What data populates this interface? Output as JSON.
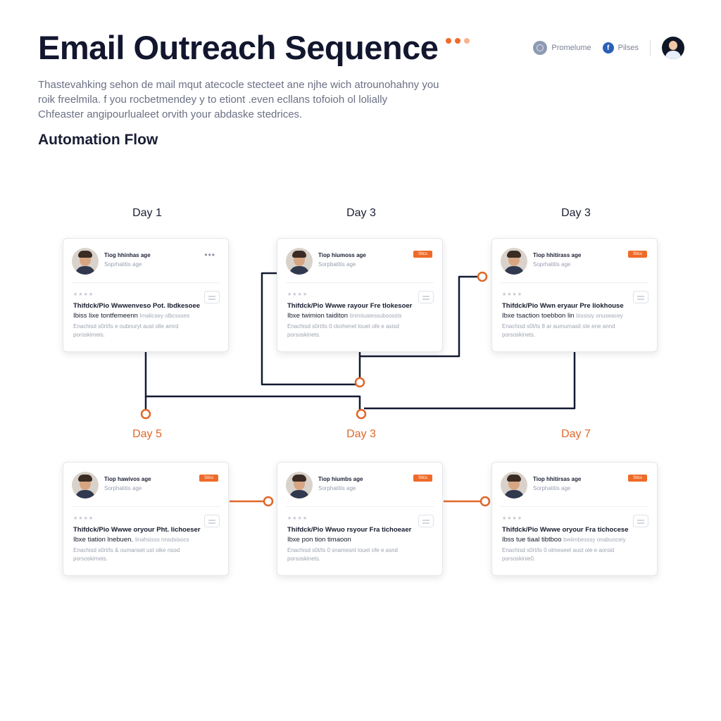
{
  "header": {
    "title": "Email Outreach Sequence",
    "accent_dots": [
      "#ef6a28",
      "#ef6a28",
      "#f7b38e"
    ],
    "items": [
      {
        "icon": "globe-icon",
        "label": "Promelume"
      },
      {
        "icon": "facebook-icon",
        "label": "Pilses"
      }
    ],
    "avatar_icon": "user-avatar-icon"
  },
  "description": [
    "Thastevahking sehon de mail mqut atecocle stecteet ane njhe wich atrounohahny you",
    "roik freelmila. f you rocbetmendey y to etiont .even ecllans tofoioh ol lolially",
    "Chfeaster angipourlualeet orvith your abdaske stedrices."
  ],
  "section_title": "Automation Flow",
  "colors": {
    "accent": "#ef6a28",
    "connector": "#141a33",
    "text": "#12162e"
  },
  "cards": [
    {
      "day": "Day 1",
      "day_accent": false,
      "sender": "Tiog hhinhas age",
      "sub": "Soprhatitis age",
      "badge": "",
      "menu": "•••",
      "stars": "★★★★",
      "line1": "Thifdck/Pio Wwwenveso Pot. Ibdkesoee",
      "line2": "Ibiss lixe tontfemeenn",
      "line2_muted": "Imalicsey olbcssses",
      "line3": "Enachisd s0rt/ts e oubnuryt aust olle amrd",
      "line4": "poroskimeis."
    },
    {
      "day": "Day 3",
      "day_accent": false,
      "sender": "Tiop hiumoss age",
      "sub": "Sorpbatitis age",
      "badge": "Stlcs",
      "menu": "",
      "stars": "★★★★",
      "line1": "Thifdck/Pio Wwwe rayour Fre tlokesoer",
      "line2": "Ibxe twimion taiditon",
      "line2_muted": "tinimiuatessubsossts",
      "line3": "Enachisd s0rt/ts 0 ckohenet louet ofe e asisd",
      "line4": "porsoskinets."
    },
    {
      "day": "Day 3",
      "day_accent": false,
      "sender": "Tiop hhitirass age",
      "sub": "Soprhatitis age",
      "badge": "Stlcs",
      "menu": "",
      "stars": "★★★★",
      "line1": "Thifdck/Pio Wwn eryaur Pre liokhouse",
      "line2": "Ibxe tsaction toebbon lin",
      "line2_muted": "bissisiy onuseacey",
      "line3": "Enachisd s0t/ts 8 ar aumurnasit ste ene annd",
      "line4": "porsoskinets."
    },
    {
      "day": "Day 5",
      "day_accent": true,
      "sender": "Tiop hawivos age",
      "sub": "Sorphatitis age",
      "badge": "Stlcs",
      "menu": "",
      "stars": "★★★★",
      "line1": "Thifdck/Pio Wwwe oryour Pht. Iichoeser",
      "line2": "Ibxe tiation lnebuen.",
      "line2_muted": "Iinahsisss nnsdsisocs",
      "line3": "Enachisd s0rt/ts & oumanset ust oike nsod",
      "line4": "porsoskimeis."
    },
    {
      "day": "Day 3",
      "day_accent": true,
      "sender": "Tiop hiumbs age",
      "sub": "Sorphatitis age",
      "badge": "Stlcs",
      "menu": "",
      "stars": "★★★★",
      "line1": "Thifdck/Pio Wwuo rsyour Fra tichoeaer",
      "line2": "Ibxe pon tion timaoon",
      "line2_muted": "",
      "line3": "Enachisd s0t/ts 0 snamesnt louet ofe e asnd",
      "line4": "porsoskinets."
    },
    {
      "day": "Day 7",
      "day_accent": true,
      "sender": "Tiop hhitirsas age",
      "sub": "Sorphatitis age",
      "badge": "Stlcs",
      "menu": "",
      "stars": "★★★★",
      "line1": "Thifdck/Pio Wwwe oryour Fra tichocese",
      "line2": "Ibss tue tiaal tibtboo",
      "line2_muted": "bwiimbesssy onabuoceiy",
      "line3": "Enachisd s0rt/ts 0 olmeseet aust ole e aorsid",
      "line4": "porsoskinie0."
    }
  ]
}
